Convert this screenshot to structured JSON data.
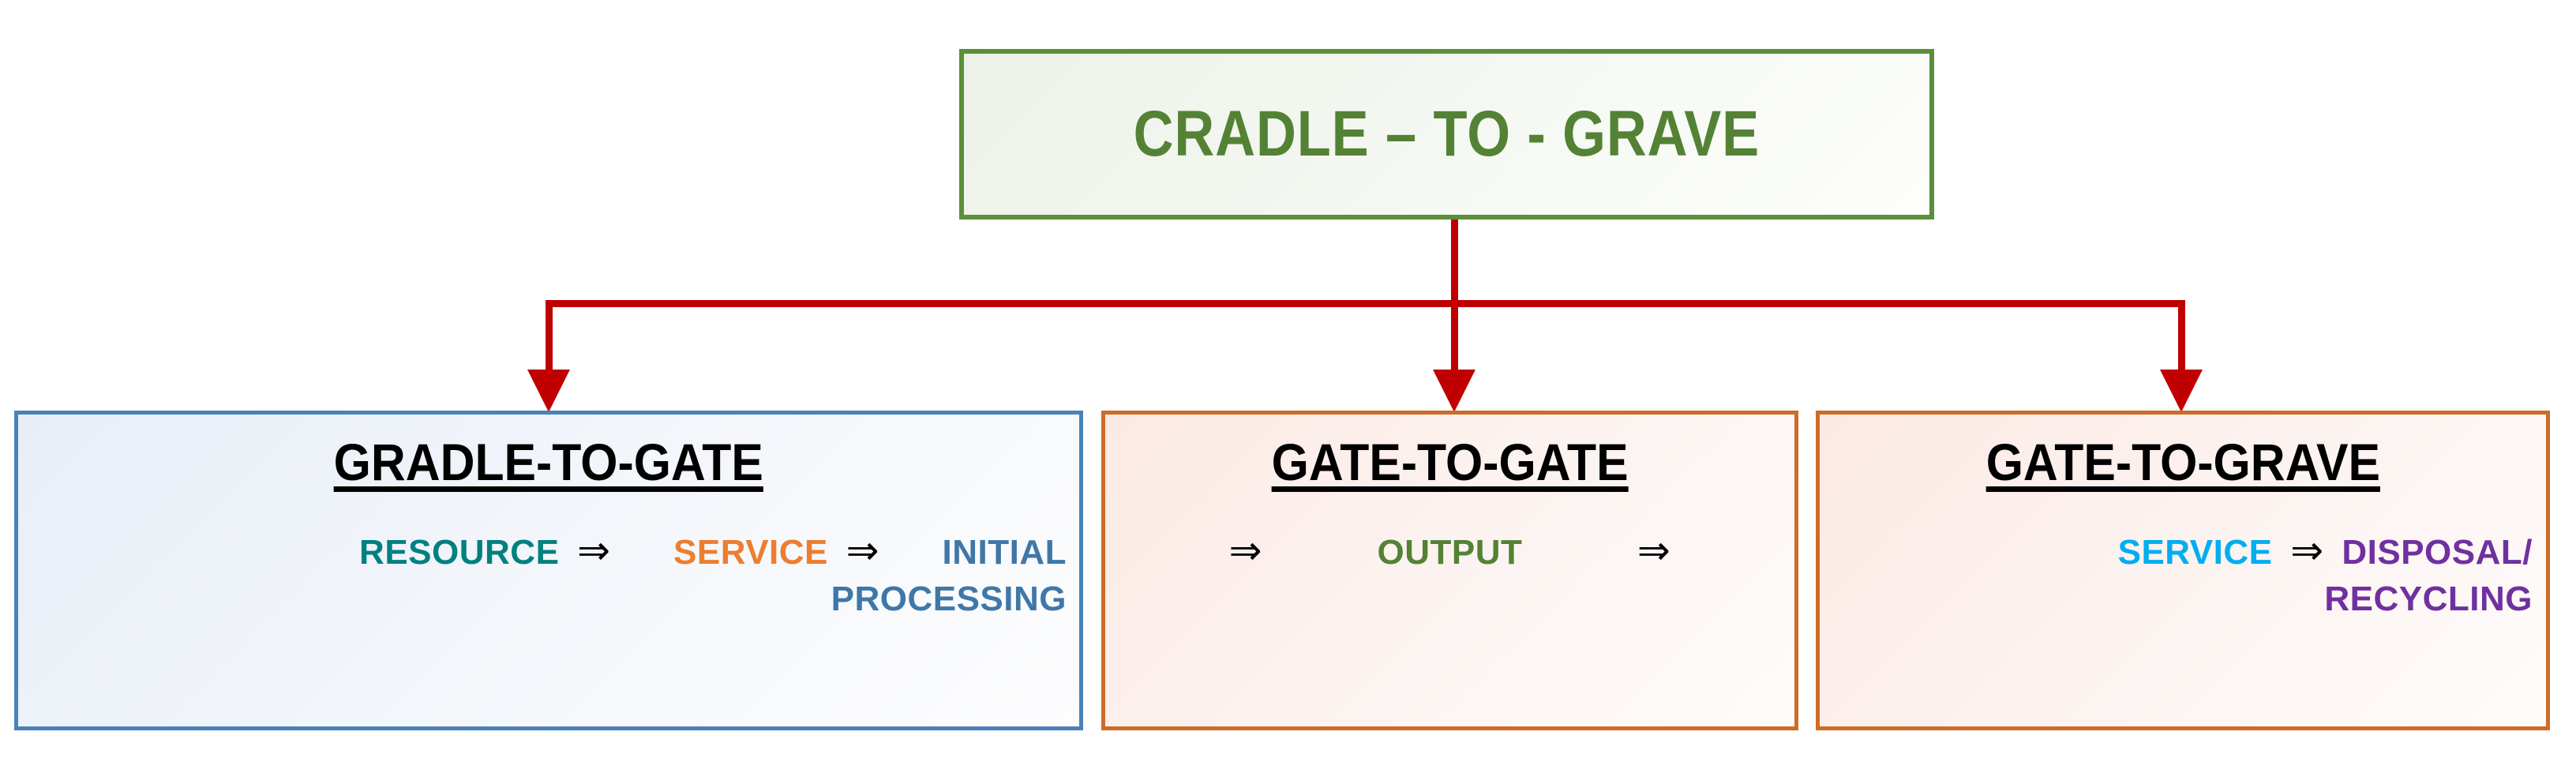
{
  "diagram": {
    "root": {
      "label": "CRADLE – TO - GRAVE",
      "border_color": "#5B8F3A",
      "text_color": "#548235"
    },
    "connector_color": "#C00000",
    "branches": [
      {
        "id": "cradle-to-gate",
        "heading": "GRADLE-TO-GATE",
        "border_color": "#4A82B8",
        "flow": [
          {
            "label": "RESOURCE",
            "color": "#008080"
          },
          {
            "label": "⇒",
            "color": "#000000"
          },
          {
            "label": "SERVICE",
            "color": "#ED7D31"
          },
          {
            "label": "⇒",
            "color": "#000000"
          },
          {
            "label": "INITIAL",
            "color": "#3F77A8"
          },
          {
            "label": "PROCESSING",
            "color": "#3F77A8"
          }
        ]
      },
      {
        "id": "gate-to-gate",
        "heading": "GATE-TO-GATE",
        "border_color": "#CE6B26",
        "flow": [
          {
            "label": "⇒",
            "color": "#000000"
          },
          {
            "label": "OUTPUT",
            "color": "#548235"
          },
          {
            "label": "⇒",
            "color": "#000000"
          }
        ]
      },
      {
        "id": "gate-to-grave",
        "heading": "GATE-TO-GRAVE",
        "border_color": "#CE6B26",
        "flow": [
          {
            "label": "SERVICE",
            "color": "#00AEEF"
          },
          {
            "label": "⇒",
            "color": "#000000"
          },
          {
            "label": "DISPOSAL/",
            "color": "#7030A0"
          },
          {
            "label": "RECYCLING",
            "color": "#7030A0"
          }
        ]
      }
    ]
  }
}
